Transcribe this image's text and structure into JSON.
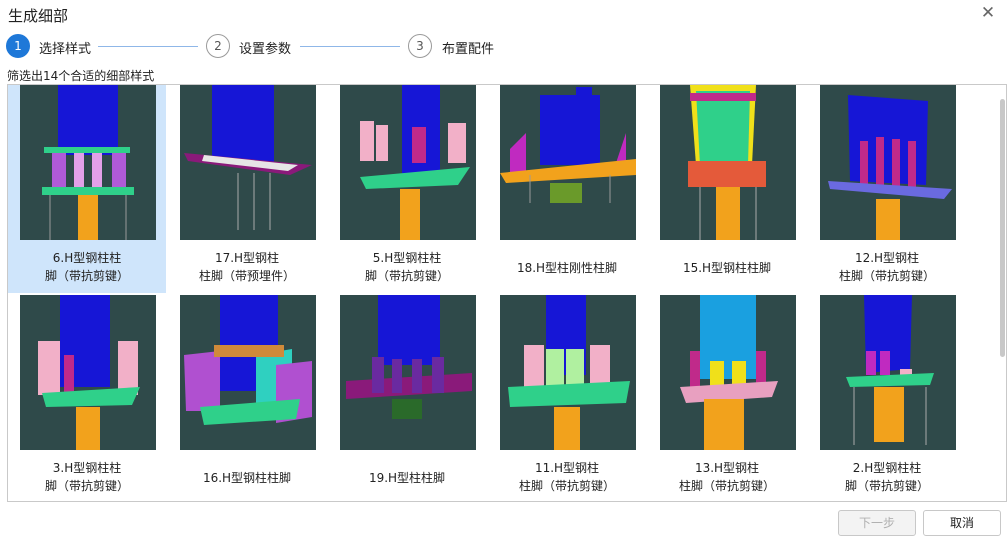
{
  "dialog": {
    "title": "生成细部",
    "close_glyph": "✕"
  },
  "steps": [
    {
      "num": "1",
      "label": "选择样式",
      "active": true
    },
    {
      "num": "2",
      "label": "设置参数",
      "active": false
    },
    {
      "num": "3",
      "label": "布置配件",
      "active": false
    }
  ],
  "filter_text": "筛选出14个合适的细部样式",
  "items": [
    {
      "line1": "6.H型钢柱柱",
      "line2": "脚（带抗剪键）",
      "selected": true
    },
    {
      "line1": "17.H型钢柱",
      "line2": "柱脚（带预埋件）",
      "selected": false
    },
    {
      "line1": "5.H型钢柱柱",
      "line2": "脚（带抗剪键）",
      "selected": false
    },
    {
      "line1": "18.H型柱刚性柱脚",
      "line2": "",
      "selected": false
    },
    {
      "line1": "15.H型钢柱柱脚",
      "line2": "",
      "selected": false
    },
    {
      "line1": "12.H型钢柱",
      "line2": "柱脚（带抗剪键）",
      "selected": false
    },
    {
      "line1": "3.H型钢柱柱",
      "line2": "脚（带抗剪键）",
      "selected": false
    },
    {
      "line1": "16.H型钢柱柱脚",
      "line2": "",
      "selected": false
    },
    {
      "line1": "19.H型柱柱脚",
      "line2": "",
      "selected": false
    },
    {
      "line1": "11.H型钢柱",
      "line2": "柱脚（带抗剪键）",
      "selected": false
    },
    {
      "line1": "13.H型钢柱",
      "line2": "柱脚（带抗剪键）",
      "selected": false
    },
    {
      "line1": "2.H型钢柱柱",
      "line2": "脚（带抗剪键）",
      "selected": false
    }
  ],
  "buttons": {
    "next": "下一步",
    "cancel": "取消"
  },
  "colors": {
    "accent": "#1e78d8",
    "selected_bg": "#cfe5fb",
    "thumb_bg": "#2f4a4a"
  }
}
